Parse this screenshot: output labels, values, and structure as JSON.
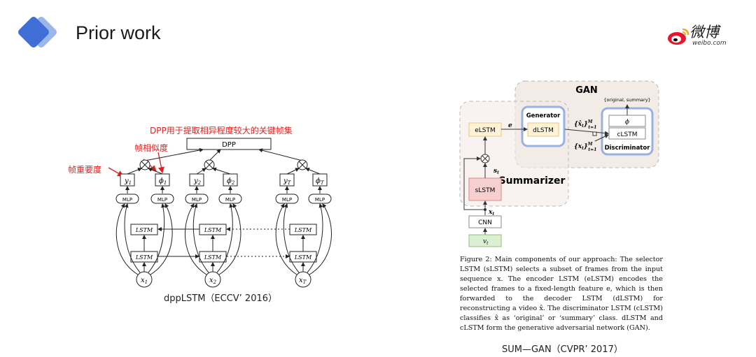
{
  "slide": {
    "title": "Prior work",
    "brand": {
      "name": "微博",
      "sub": "weibo.com"
    }
  },
  "left_diagram": {
    "annotations": {
      "dpp_note": "DPP用于提取相异程度较大的关键帧集",
      "similarity_note": "帧相似度",
      "importance_note": "帧重要度"
    },
    "dpp_label": "DPP",
    "outputs": [
      {
        "y": "y",
        "y_sub": "1",
        "phi": "ϕ",
        "phi_sub": "1"
      },
      {
        "y": "y",
        "y_sub": "2",
        "phi": "ϕ",
        "phi_sub": "2"
      },
      {
        "y": "y",
        "y_sub": "T",
        "phi": "ϕ",
        "phi_sub": "T"
      }
    ],
    "mlp_label": "MLP",
    "lstm_label": "LSTM",
    "inputs": [
      {
        "x": "x",
        "sub": "1"
      },
      {
        "x": "x",
        "sub": "2"
      },
      {
        "x": "x",
        "sub": "T"
      }
    ],
    "caption": "dppLSTM（ECCV’ 2016）"
  },
  "right_diagram": {
    "gan_label": "GAN",
    "summarizer_label": "Summarizer",
    "generator_label": "Generator",
    "discriminator_label": "Discriminator",
    "elstm": "eLSTM",
    "dlstm": "dLSTM",
    "clstm": "cLSTM",
    "slstm": "sLSTM",
    "cnn": "CNN",
    "phi": "ϕ",
    "e_label": "e",
    "s_label": "s",
    "s_sub": "t",
    "x_label": "x",
    "x_sub": "t",
    "v_label": "v",
    "v_sub": "t",
    "classes": "{original, summary}",
    "xhat_set": "{x̂",
    "xhat_sub": "t",
    "x_set": "{x",
    "set_sup": "M",
    "set_sub": "t=1",
    "figure_caption": "Figure 2: Main components of our approach: The selector LSTM (sLSTM) selects a subset of frames from the input sequence x. The encoder LSTM (eLSTM) encodes the selected frames to a fixed-length feature e, which is then forwarded to the decoder LSTM (dLSTM) for reconstructing a video x̂. The discriminator LSTM (cLSTM) classifies x̂ as ‘original’ or ‘summary’ class. dLSTM and cLSTM form the generative adversarial network (GAN).",
    "caption": "SUM—GAN（CVPR’ 2017）"
  },
  "colors": {
    "logo_front": "#3f6fd6",
    "logo_back": "#9bb7ea",
    "annotation": "#e02020",
    "elstm_fill": "#fdf3d9",
    "elstm_stroke": "#e7c878",
    "slstm_fill": "#f6cfcf",
    "slstm_stroke": "#d98a8a",
    "vt_fill": "#dcefd3",
    "vt_stroke": "#8fc27d",
    "gen_blue": "#9ab0e4",
    "region_fill": "#f3ebe6"
  }
}
